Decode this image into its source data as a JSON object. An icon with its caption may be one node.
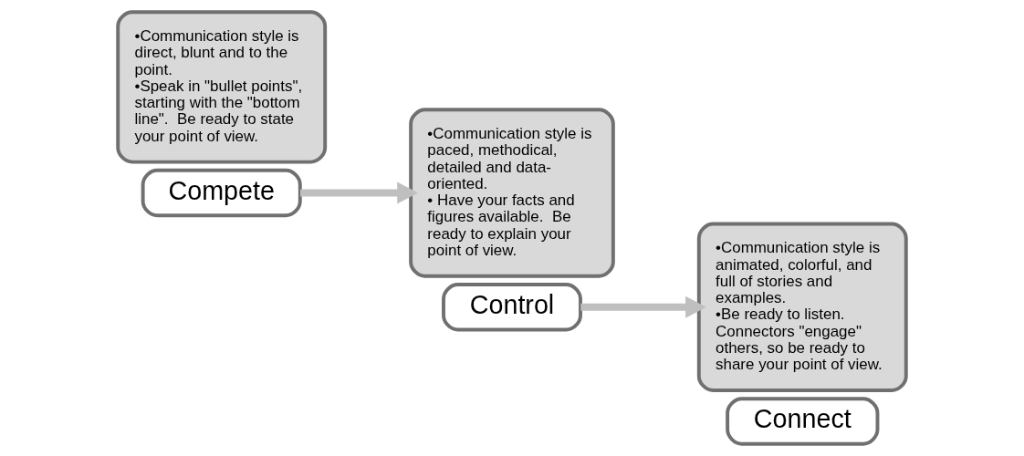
{
  "diagram": {
    "nodes": [
      {
        "text": [
          "•Communication style is direct, blunt and to the point.",
          "•Speak in \"bullet points\", starting with the \"bottom line\".  Be ready to state your point of view."
        ]
      },
      {
        "text": [
          "Compete"
        ]
      },
      {
        "text": [
          "•Communication style is paced, methodical, detailed and data-oriented.",
          "• Have your facts and figures available.  Be ready to explain your point of view."
        ]
      },
      {
        "text": [
          "Control"
        ]
      },
      {
        "text": [
          "•Communication style is animated, colorful, and full of stories and examples.",
          "•Be ready to listen. Connectors \"engage\" others, so be ready to share your point of view."
        ]
      },
      {
        "text": [
          "Connect"
        ]
      }
    ],
    "edges": [
      {
        "from": 1,
        "to": 2,
        "arrow": "to"
      },
      {
        "from": 3,
        "to": 4,
        "arrow": "to"
      }
    ]
  }
}
